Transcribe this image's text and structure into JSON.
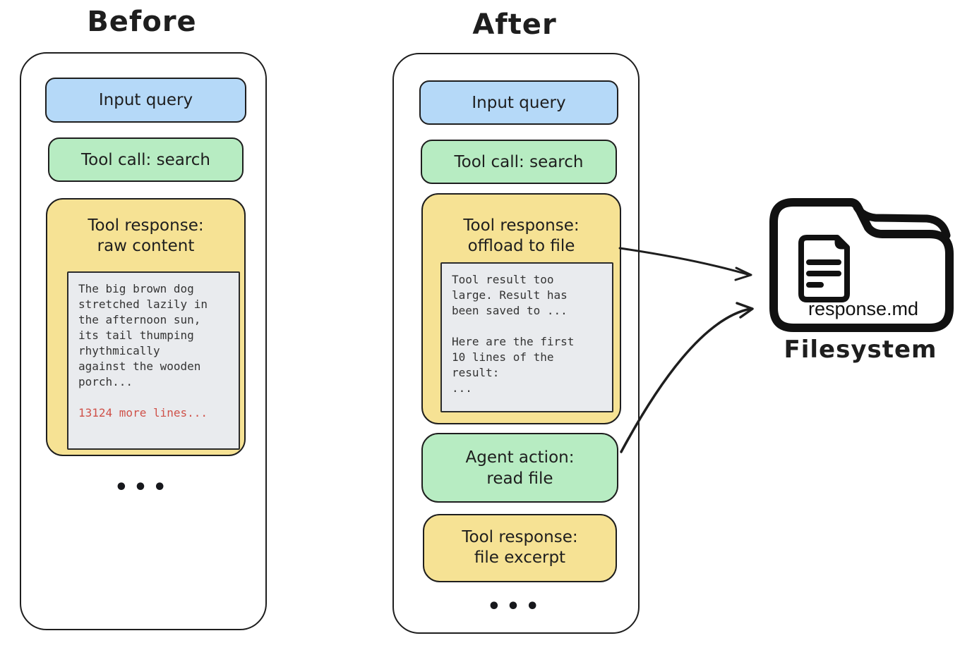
{
  "before": {
    "title": "Before",
    "input_query": "Input query",
    "tool_call": "Tool call: search",
    "response_title_line1": "Tool response:",
    "response_title_line2": "raw content",
    "raw_lines": [
      "The big brown dog",
      "stretched lazily in",
      "the afternoon sun,",
      "its tail thumping",
      "rhythmically",
      "against the wooden",
      "porch..."
    ],
    "more_lines": "13124 more lines...",
    "ellipsis": "•••"
  },
  "after": {
    "title": "After",
    "input_query": "Input query",
    "tool_call": "Tool call: search",
    "response_title_line1": "Tool response:",
    "response_title_line2": "offload to file",
    "offload_para1": [
      "Tool result too",
      "large. Result has",
      "been saved to ..."
    ],
    "offload_para2": [
      "Here are the first",
      "10 lines of the",
      "result:",
      "..."
    ],
    "agent_action_line1": "Agent action:",
    "agent_action_line2": "read file",
    "excerpt_line1": "Tool response:",
    "excerpt_line2": "file excerpt",
    "ellipsis": "•••"
  },
  "filesystem": {
    "file_name": "response.md",
    "label": "Filesystem"
  },
  "colors": {
    "ink": "#1e1e1e",
    "blue_fill": "#b5d9f8",
    "green_fill": "#b7ecc2",
    "yellow_fill": "#f6e294",
    "code_bg": "#e9ebee",
    "red_text": "#cf5149"
  }
}
